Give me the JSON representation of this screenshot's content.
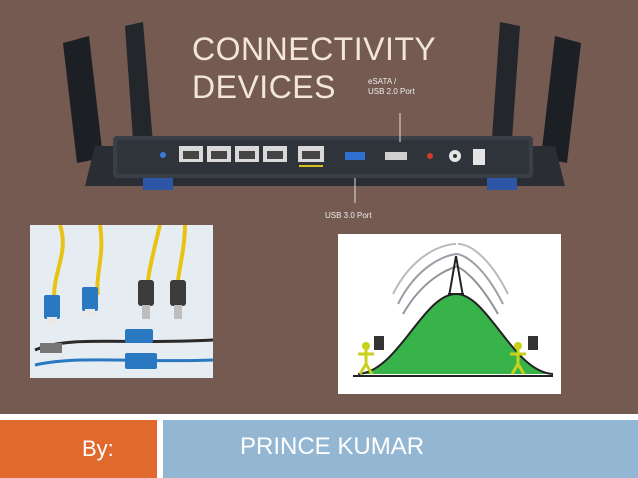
{
  "slide": {
    "title_line1": "CONNECTIVITY",
    "title_line2": "DEVICES",
    "router_labels": {
      "esata_line1": "eSATA /",
      "esata_line2": "USB 2.0 Port",
      "usb3": "USB 3.0 Port"
    },
    "footer": {
      "by_label": "By:",
      "author": "PRINCE KUMAR"
    },
    "colors": {
      "background": "#745a51",
      "footer_left": "#e06a2e",
      "footer_right": "#93b6d3",
      "title": "#f2e6dc"
    }
  }
}
